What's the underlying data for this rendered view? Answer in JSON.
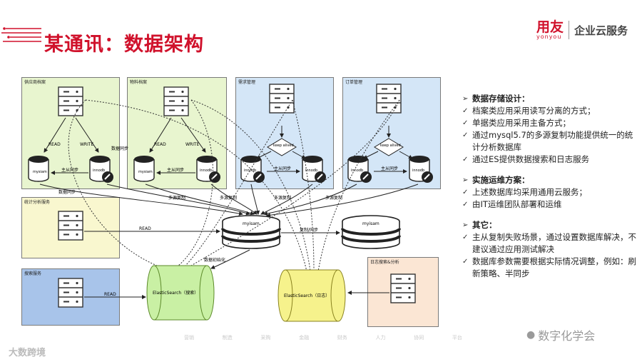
{
  "header": {
    "title": "某通讯：数据架构",
    "logo_mark": "用友",
    "logo_sub": "yonyou",
    "logo_text": "企业云服务"
  },
  "diagram": {
    "panels": {
      "supplier": "供应商档案",
      "material": "物料档案",
      "demand": "需求管理",
      "order": "订单管理",
      "stats": "统计分析服务",
      "search": "搜索服务",
      "log": "日志搜索&分析"
    },
    "nodes": {
      "mysiam": "mysiam",
      "innodb": "innodb",
      "myisam_center": "myisam",
      "keepalived": "keep alived",
      "es_search": "ElasticSearch（搜索）",
      "es_log": "ElasticSearch（日志）"
    },
    "labels": {
      "read": "READ",
      "write": "WRITE",
      "master_slave": "主从同步",
      "data_sync": "数据同步",
      "multi_copy": "多源复制",
      "copy_sync": "复制/同步",
      "data_init": "数据初始化"
    }
  },
  "notes": {
    "storage": {
      "heading": "数据存储设计：",
      "items": [
        "档案类应用采用读写分离的方式；",
        "单据类应用采用主备方式；",
        "通过mysql5.7的多源复制功能提供统一的统计分析数据库",
        "通过ES提供数据搜索和日志服务"
      ]
    },
    "ops": {
      "heading": "实施运维方案：",
      "items": [
        "上述数据库均采用通用云服务；",
        "由IT运维团队部署和运维"
      ]
    },
    "other": {
      "heading": "其它：",
      "items": [
        "主从复制失败场景，通过设置数据库解决，不建议通过应用测试解决",
        "数据库参数需要根据实际情况调整，例如：刷新策略、半同步"
      ]
    }
  },
  "bottom_nav": [
    "营销",
    "制造",
    "采购",
    "金融",
    "财务",
    "人力",
    "协同",
    "平台"
  ],
  "watermark": "大数跨境",
  "watermark_right": "数字化学会",
  "colors": {
    "title_red": "#d0112b",
    "green": "#e8f5cf",
    "blue": "#d4e6f7",
    "yellow": "#f9f7cf"
  }
}
